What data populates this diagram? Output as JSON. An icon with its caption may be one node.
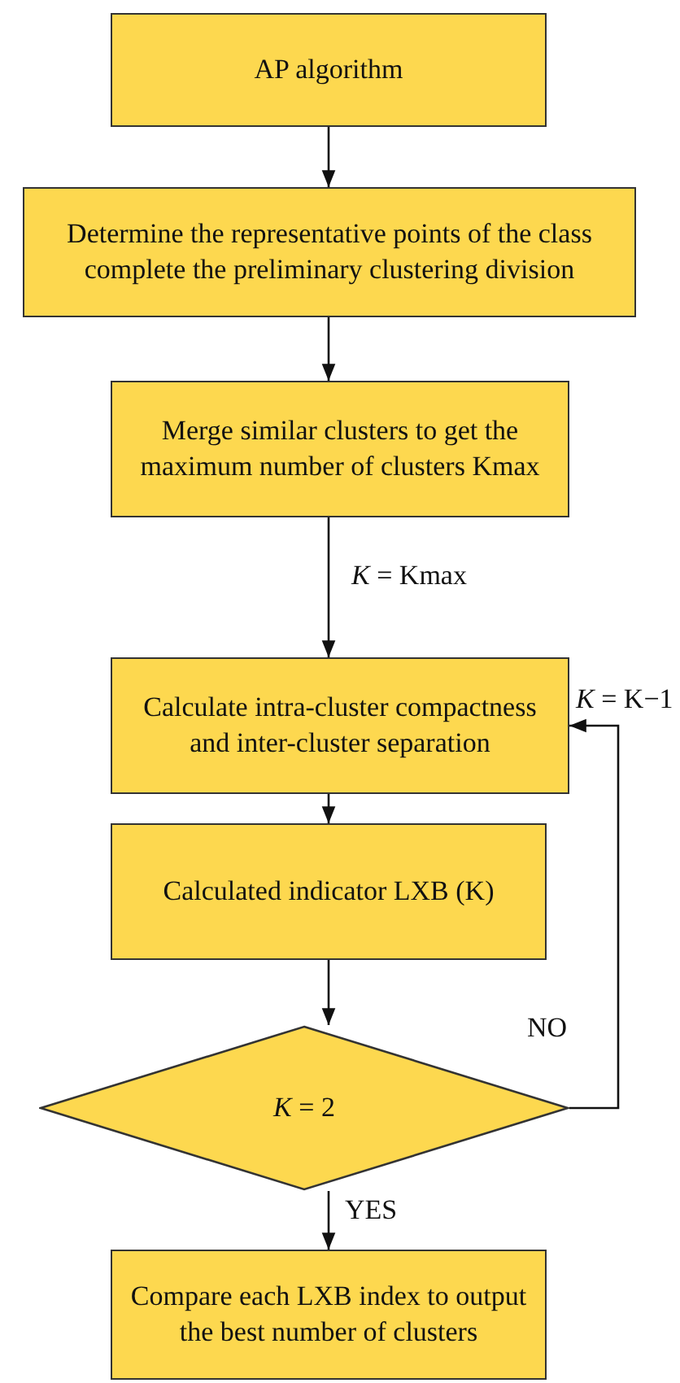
{
  "diagram": {
    "nodes": [
      {
        "text": [
          "AP algorithm"
        ]
      },
      {
        "text": [
          "Determine the representative points of the class complete the preliminary clustering division"
        ]
      },
      {
        "text": [
          "Merge similar clusters to get the maximum number of clusters Kmax"
        ]
      },
      {
        "text": [
          "Calculate intra-cluster compactness and inter-cluster separation"
        ]
      },
      {
        "text": [
          "Calculated indicator LXB (K)"
        ]
      },
      {
        "text": [
          "*K* = 2"
        ]
      },
      {
        "text": [
          "Compare each LXB index to output the best number of clusters"
        ]
      }
    ],
    "edges": [
      {
        "from": 0,
        "to": 1,
        "arrow": "to"
      },
      {
        "from": 1,
        "to": 2,
        "arrow": "to"
      },
      {
        "from": 2,
        "to": 3,
        "arrow": "to",
        "label": "*K* = Kmax"
      },
      {
        "from": 3,
        "to": 4,
        "arrow": "to"
      },
      {
        "from": 4,
        "to": 5,
        "arrow": "to"
      },
      {
        "from": 5,
        "to": 3,
        "arrow": "to",
        "label": "NO"
      },
      {
        "from": 5,
        "to": 6,
        "arrow": "to",
        "label": "YES"
      }
    ],
    "labels": [
      "*K* = K−1"
    ]
  }
}
